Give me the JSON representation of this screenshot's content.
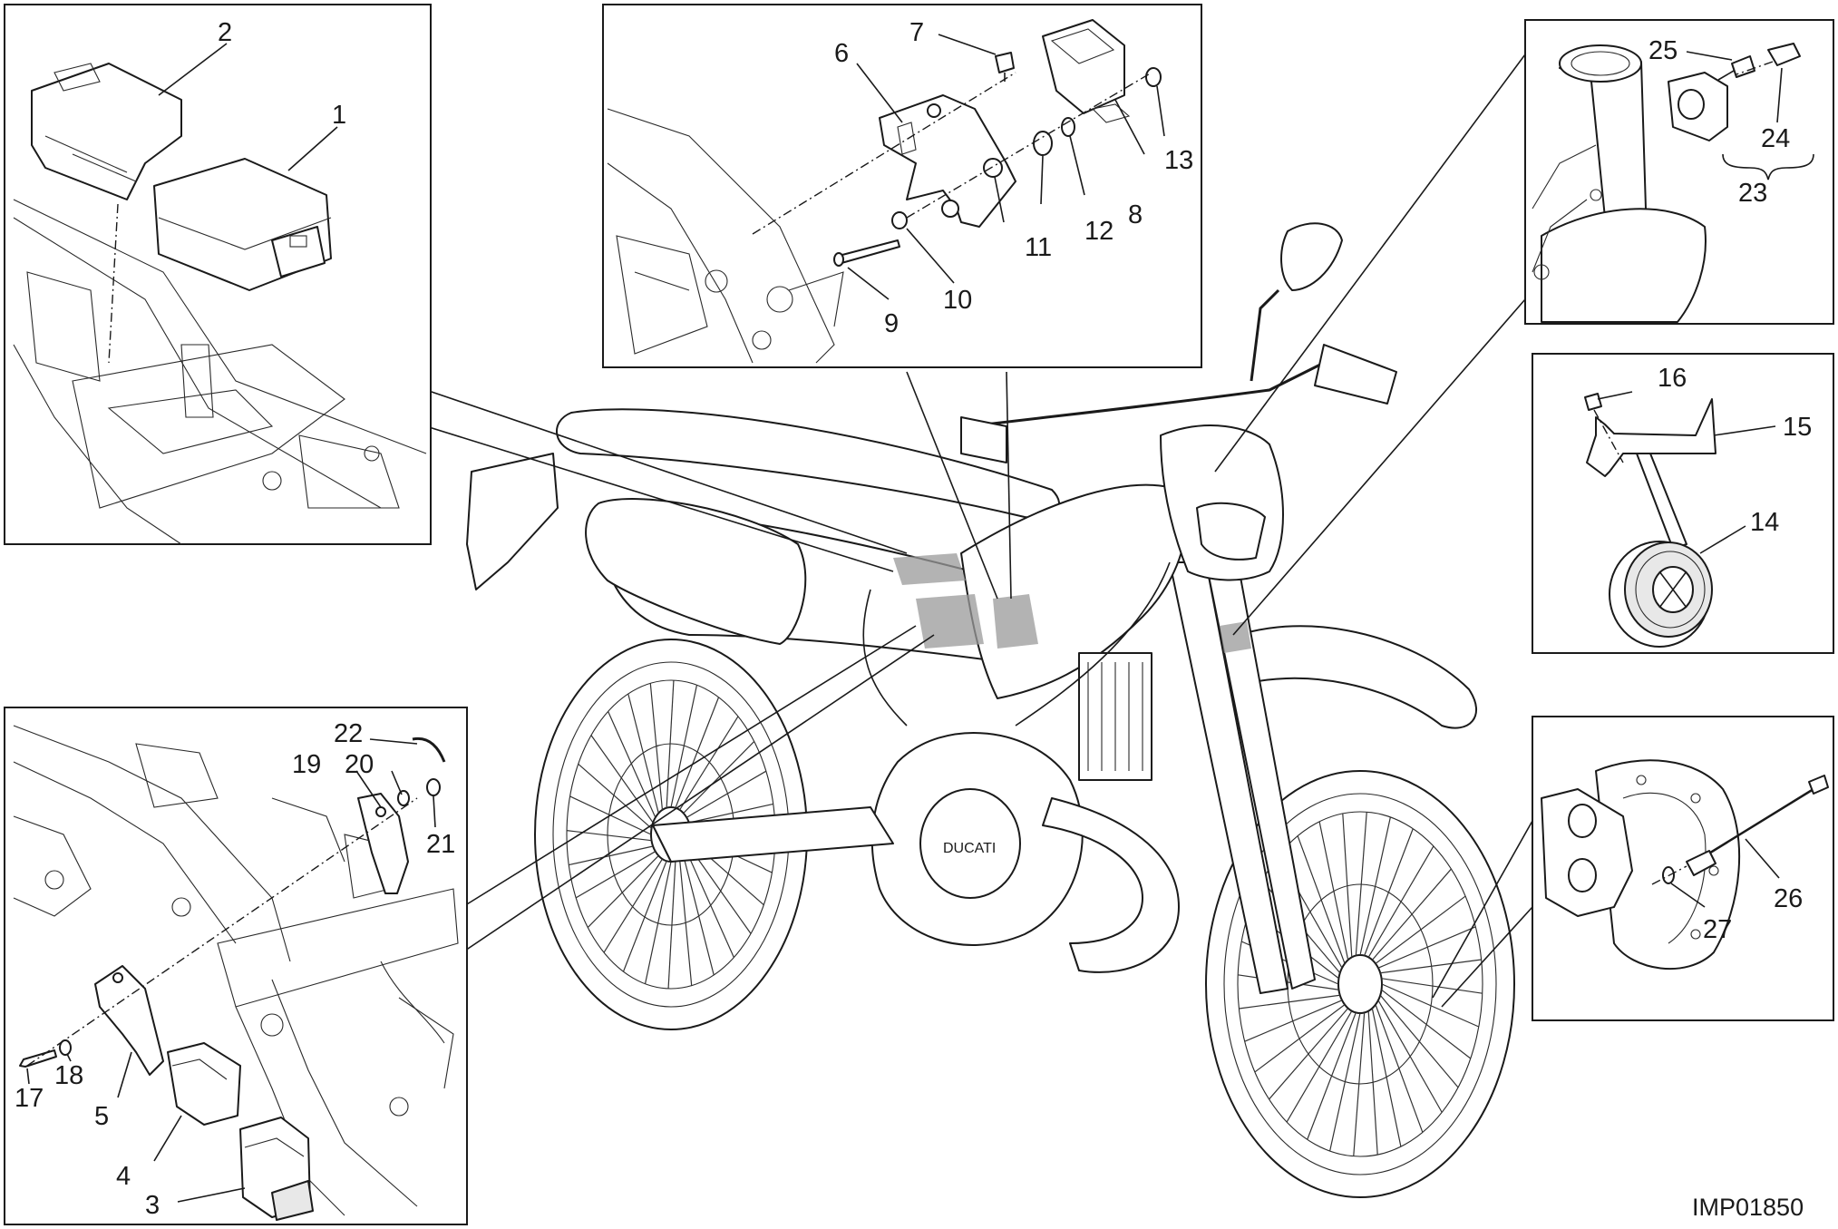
{
  "diagram": {
    "drawing_code": "IMP01850",
    "callouts": {
      "c1": "1",
      "c2": "2",
      "c3": "3",
      "c4": "4",
      "c5": "5",
      "c6": "6",
      "c7": "7",
      "c8": "8",
      "c9": "9",
      "c10": "10",
      "c11": "11",
      "c12": "12",
      "c13": "13",
      "c14": "14",
      "c15": "15",
      "c16": "16",
      "c17": "17",
      "c18": "18",
      "c19": "19",
      "c20": "20",
      "c21": "21",
      "c22": "22",
      "c23": "23",
      "c24": "24",
      "c25": "25",
      "c26": "26",
      "c27": "27"
    }
  }
}
